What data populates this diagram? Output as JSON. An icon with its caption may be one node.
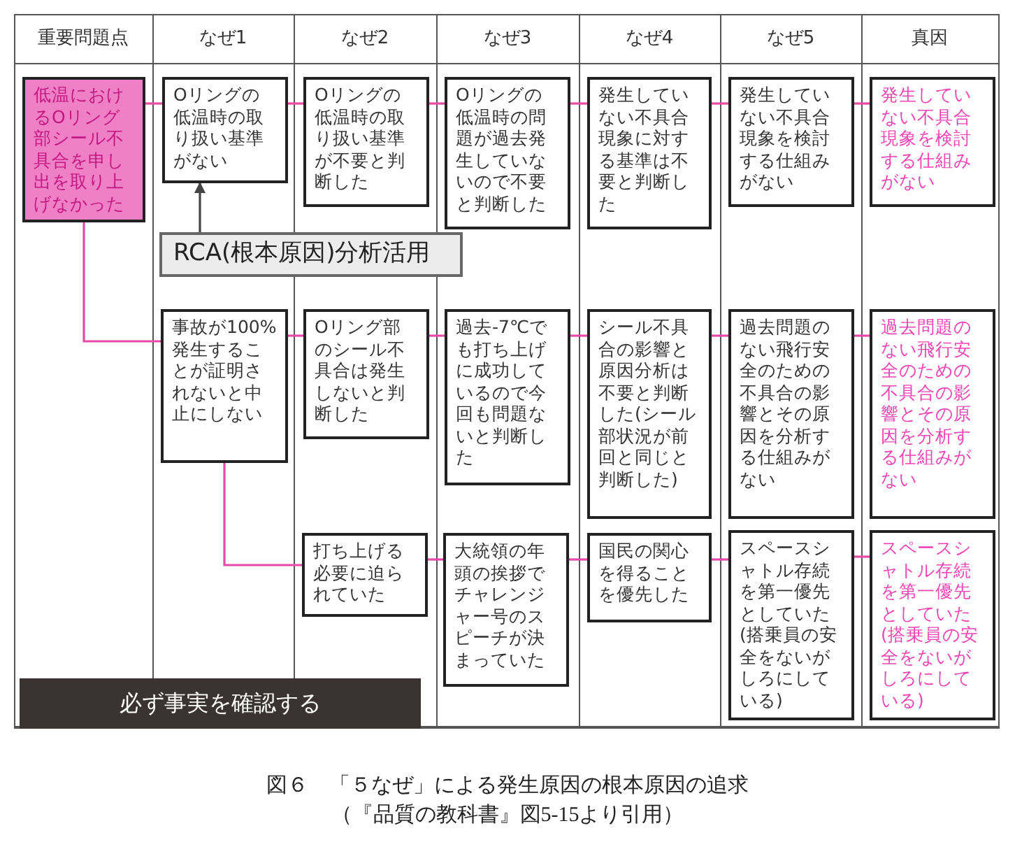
{
  "diagram": {
    "caption": "図６　「５なぜ」による発生原因の根本原因の追求",
    "nodes": [
      {
        "text": [
          "低温におけるOリング部シール不具合を申し出を取り上げなかった"
        ]
      },
      {
        "text": [
          "Oリングの低温時の取り扱い基準がない"
        ]
      },
      {
        "text": [
          "Oリングの低温時の取り扱い基準が不要と判断した"
        ]
      },
      {
        "text": [
          "Oリングの低温時の問題が過去発生していないので不要と判断した"
        ]
      },
      {
        "text": [
          "発生していない不具合現象に対する基準は不要と判断した"
        ]
      },
      {
        "text": [
          "発生していない不具合現象を検討する仕組みがない"
        ]
      },
      {
        "text": [
          "発生していない不具合現象を検討する仕組みがない"
        ]
      },
      {
        "text": [
          "RCA(根本原因)分析活用"
        ]
      },
      {
        "text": [
          "事故が100%発生することが証明されないと中止にしない"
        ]
      },
      {
        "text": [
          "Oリング部のシール不具合は発生しないと判断した"
        ]
      },
      {
        "text": [
          "過去-7℃でも打ち上げに成功しているので今回も問題ないと判断した"
        ]
      },
      {
        "text": [
          "シール不具合の影響と原因分析は不要と判断した(シール部状況が前回と同じと判断した)"
        ]
      },
      {
        "text": [
          "過去問題のない飛行安全のための不具合の影響とその原因を分析する仕組みがない"
        ]
      },
      {
        "text": [
          "過去問題のない飛行安全のための不具合の影響とその原因を分析する仕組みがない"
        ]
      },
      {
        "text": [
          "打ち上げる必要に迫られていた"
        ]
      },
      {
        "text": [
          "大統領の年頭の挨拶でチャレンジャー号のスピーチが決まっていた"
        ]
      },
      {
        "text": [
          "国民の関心を得ることを優先した"
        ]
      },
      {
        "text": [
          "スペースシャトル存続を第一優先としていた(搭乗員の安全をないがしろにしている)"
        ]
      },
      {
        "text": [
          "スペースシャトル存続を第一優先としていた(搭乗員の安全をないがしろにしている)"
        ]
      },
      {
        "text": [
          "必ず事実を確認する"
        ]
      }
    ],
    "edges": [
      {
        "from": 0,
        "to": 1,
        "arrow": "none"
      },
      {
        "from": 1,
        "to": 2,
        "arrow": "none"
      },
      {
        "from": 2,
        "to": 3,
        "arrow": "none"
      },
      {
        "from": 3,
        "to": 4,
        "arrow": "none"
      },
      {
        "from": 4,
        "to": 5,
        "arrow": "none"
      },
      {
        "from": 5,
        "to": 6,
        "arrow": "none"
      },
      {
        "from": 7,
        "to": 1,
        "arrow": "to",
        "color": "#444444"
      },
      {
        "from": 0,
        "to": 8,
        "arrow": "none"
      },
      {
        "from": 8,
        "to": 9,
        "arrow": "none"
      },
      {
        "from": 9,
        "to": 10,
        "arrow": "none"
      },
      {
        "from": 10,
        "to": 11,
        "arrow": "none"
      },
      {
        "from": 11,
        "to": 12,
        "arrow": "none"
      },
      {
        "from": 12,
        "to": 13,
        "arrow": "none"
      },
      {
        "from": 8,
        "to": 14,
        "arrow": "none"
      },
      {
        "from": 14,
        "to": 15,
        "arrow": "none"
      },
      {
        "from": 15,
        "to": 16,
        "arrow": "none"
      },
      {
        "from": 16,
        "to": 17,
        "arrow": "none"
      },
      {
        "from": 17,
        "to": 18,
        "arrow": "none"
      }
    ],
    "labels": [
      "重要問題点",
      "なぜ1",
      "なぜ2",
      "なぜ3",
      "なぜ4",
      "なぜ5",
      "真因",
      "（『品質の教科書』図5-15より引用）"
    ]
  }
}
